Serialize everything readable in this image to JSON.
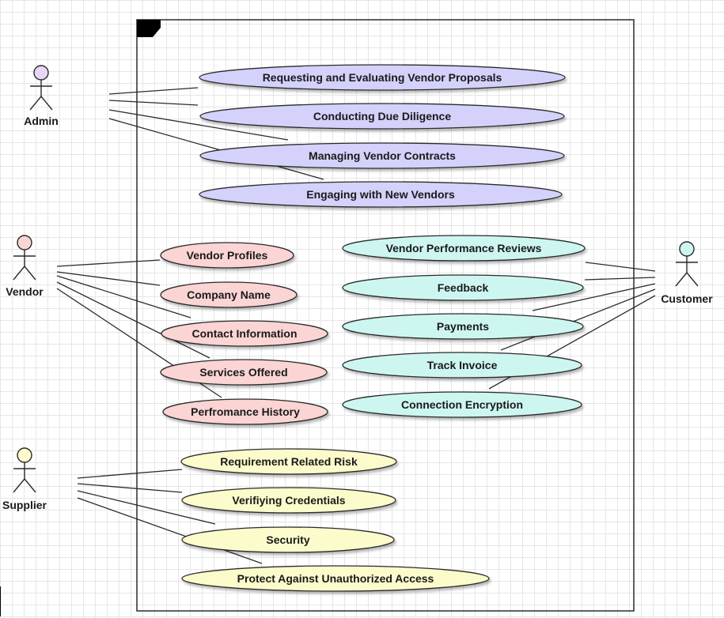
{
  "diagram": {
    "type": "use-case",
    "colors": {
      "admin": "#d4d1fa",
      "vendor": "#fbd4d4",
      "customer": "#cdf6f1",
      "supplier": "#fbfbcb",
      "admin_actor": "#e7d6f7",
      "vendor_actor": "#fbd4d4",
      "customer_actor": "#cdf6f1",
      "supplier_actor": "#fbfbcb",
      "stroke": "#2b2b2b"
    },
    "actors": {
      "admin": {
        "label": "Admin"
      },
      "vendor": {
        "label": "Vendor"
      },
      "customer": {
        "label": "Customer"
      },
      "supplier": {
        "label": "Supplier"
      }
    },
    "use_cases": {
      "admin": [
        "Requesting and Evaluating Vendor Proposals",
        "Conducting Due Diligence",
        "Managing Vendor Contracts",
        "Engaging with New Vendors"
      ],
      "vendor": [
        "Vendor Profiles",
        "Company Name",
        "Contact Information",
        "Services Offered",
        "Perfromance History"
      ],
      "customer": [
        "Vendor Performance Reviews",
        "Feedback",
        "Payments",
        "Track Invoice",
        "Connection Encryption"
      ],
      "supplier": [
        "Requirement Related Risk",
        "Verifiying Credentials",
        "Security",
        "Protect Against Unauthorized Access"
      ]
    }
  }
}
